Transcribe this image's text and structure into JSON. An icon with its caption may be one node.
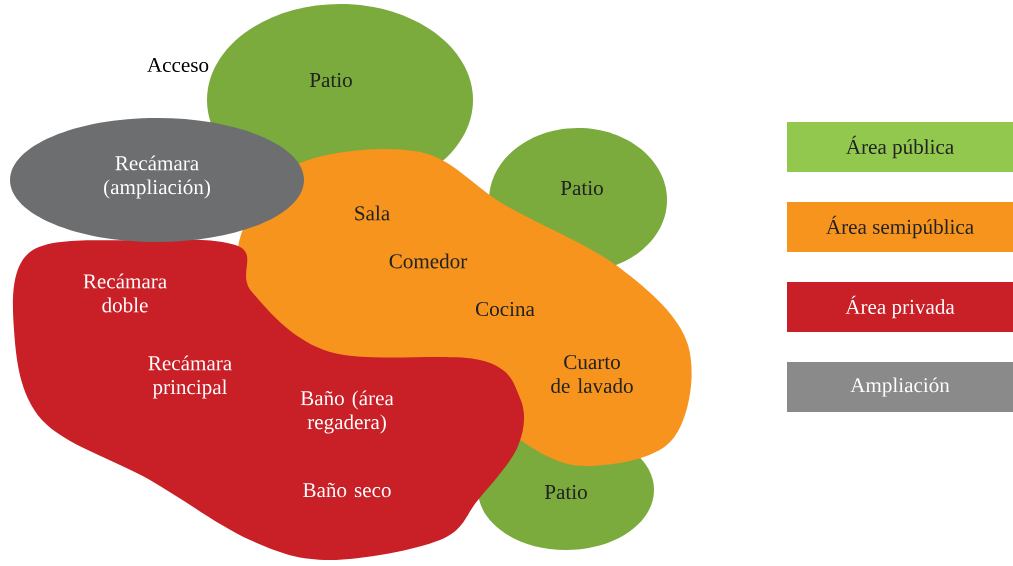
{
  "diagram": {
    "nodes": [
      {
        "text": [
          "Patio"
        ]
      },
      {
        "text": [
          "Recámara (ampliación)"
        ]
      },
      {
        "text": [
          "Patio"
        ]
      },
      {
        "text": [
          "Sala",
          "Comedor",
          "Cocina",
          "Cuarto de lavado"
        ]
      },
      {
        "text": [
          "Recámara doble",
          "Recámara principal",
          "Baño (área regadera)",
          "Baño seco"
        ]
      },
      {
        "text": [
          "Patio"
        ]
      }
    ],
    "labels": [
      "Acceso"
    ],
    "legend": [
      {
        "text": "Área pública",
        "color": "#92c84e"
      },
      {
        "text": "Área semipública",
        "color": "#f7941d"
      },
      {
        "text": "Área privada",
        "color": "#c91f27"
      },
      {
        "text": "Ampliación",
        "color": "#8a8a8a"
      }
    ]
  }
}
